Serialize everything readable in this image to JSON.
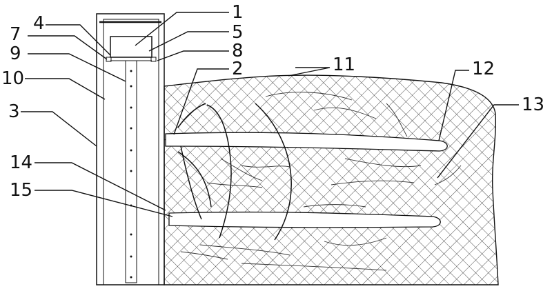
{
  "labels": {
    "l1": "1",
    "l2": "2",
    "l3": "3",
    "l4": "4",
    "l5": "5",
    "l7": "7",
    "l8": "8",
    "l9": "9",
    "l10": "10",
    "l11": "11",
    "l12": "12",
    "l13": "13",
    "l14": "14",
    "l15": "15"
  },
  "colors": {
    "line": "#111111",
    "hatch": "#222222",
    "background": "#ffffff",
    "borehole": "#ffffff"
  }
}
